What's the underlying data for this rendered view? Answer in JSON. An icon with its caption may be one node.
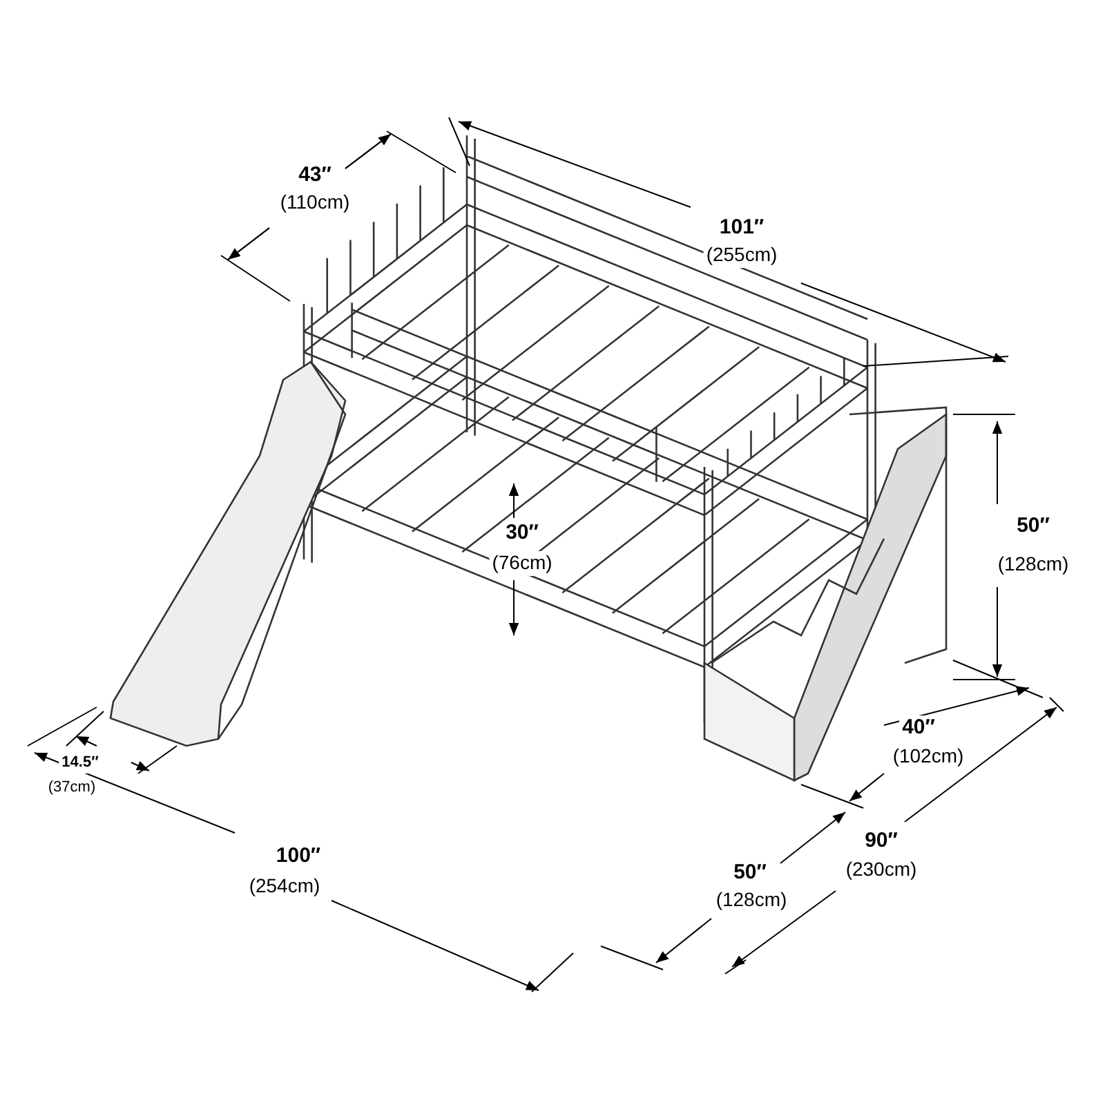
{
  "diagram": {
    "labels": [
      "43″",
      "(110cm)",
      "101″",
      "(255cm)",
      "50″",
      "(128cm)",
      "30″",
      "(76cm)",
      "14.5″",
      "(37cm)",
      "40″",
      "(102cm)",
      "100″",
      "(254cm)",
      "90″",
      "(230cm)",
      "50″",
      "(128cm)"
    ]
  }
}
